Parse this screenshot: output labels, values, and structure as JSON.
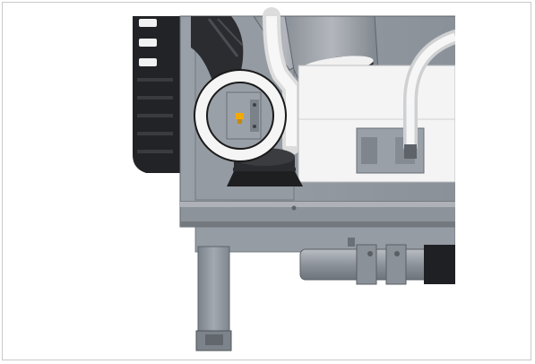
{
  "figure": {
    "kind": "technical-illustration",
    "subject": "machine-base-detail",
    "highlight": "circle-callout",
    "marker_color": "#f2a900",
    "colors": {
      "metal": "#8f959e",
      "metal_dark": "#5f646b",
      "metal_light": "#c9ccd1",
      "white_part": "#f4f4f4",
      "black_part": "#1e1f21",
      "callout_ring": "#1a1a1a"
    }
  }
}
